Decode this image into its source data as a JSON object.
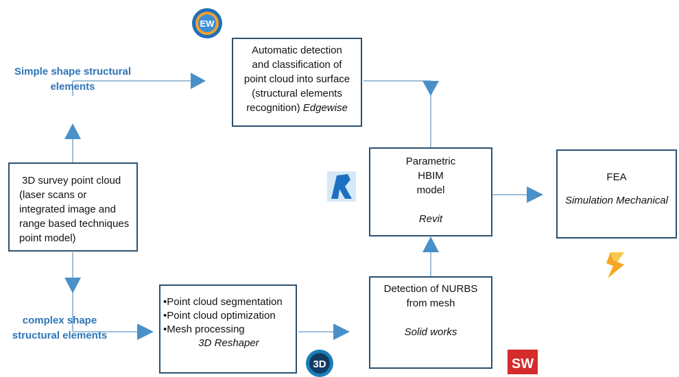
{
  "labels": {
    "simple_shape": "Simple shape structural elements",
    "complex_shape": "complex shape structural elements"
  },
  "boxes": {
    "survey": {
      "lines": [
        "3D survey point cloud",
        "(laser scans or",
        "integrated image and",
        "range based techniques",
        "point model)"
      ]
    },
    "edgewise": {
      "lines": [
        "Automatic detection",
        "and classification of",
        "point cloud into surface",
        "(structural elements"
      ],
      "last_line": "recognition)",
      "tool": "Edgewise"
    },
    "hbim": {
      "lines": [
        "Parametric",
        "HBIM",
        "model"
      ],
      "tool": "Revit"
    },
    "fea": {
      "title": "FEA",
      "tool": "Simulation Mechanical"
    },
    "reshaper": {
      "bullets": [
        "Point cloud segmentation",
        "Point cloud optimization",
        "Mesh processing"
      ],
      "tool": "3D Reshaper"
    },
    "nurbs": {
      "lines": [
        "Detection of NURBS",
        "from mesh"
      ],
      "tool": "Solid works"
    }
  },
  "logos": {
    "edgewise": "EW",
    "revit": "R",
    "reshaper": "3D",
    "solidworks": "SW"
  },
  "colors": {
    "arrow": "#4a90c8",
    "line": "#7ea8cc",
    "box_border": "#2b4f6e",
    "label_blue": "#2e75b6"
  }
}
